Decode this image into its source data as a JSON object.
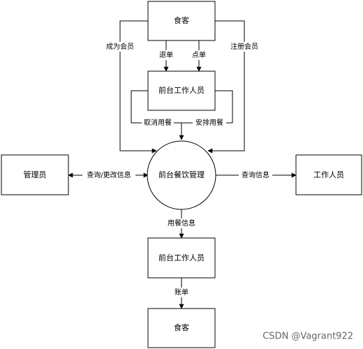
{
  "nodes": {
    "customer_top": "食客",
    "front_staff_top": "前台工作人员",
    "central_process": "前台餐饮管理",
    "admin": "管理员",
    "staff": "工作人员",
    "front_staff_bottom": "前台工作人员",
    "customer_bottom": "食客"
  },
  "edges": {
    "become_member": "成为会员",
    "register_member": "注册会员",
    "return_order": "退单",
    "place_order": "点单",
    "cancel_meal": "取消用餐",
    "arrange_meal": "安排用餐",
    "query_update_info": "查询/更改信息",
    "query_info": "查询信息",
    "meal_info": "用餐信息",
    "bill": "账单"
  },
  "watermark": "CSDN @Vagrant922",
  "colors": {
    "stroke": "#000000",
    "background": "#ffffff",
    "watermark": "#666666"
  }
}
